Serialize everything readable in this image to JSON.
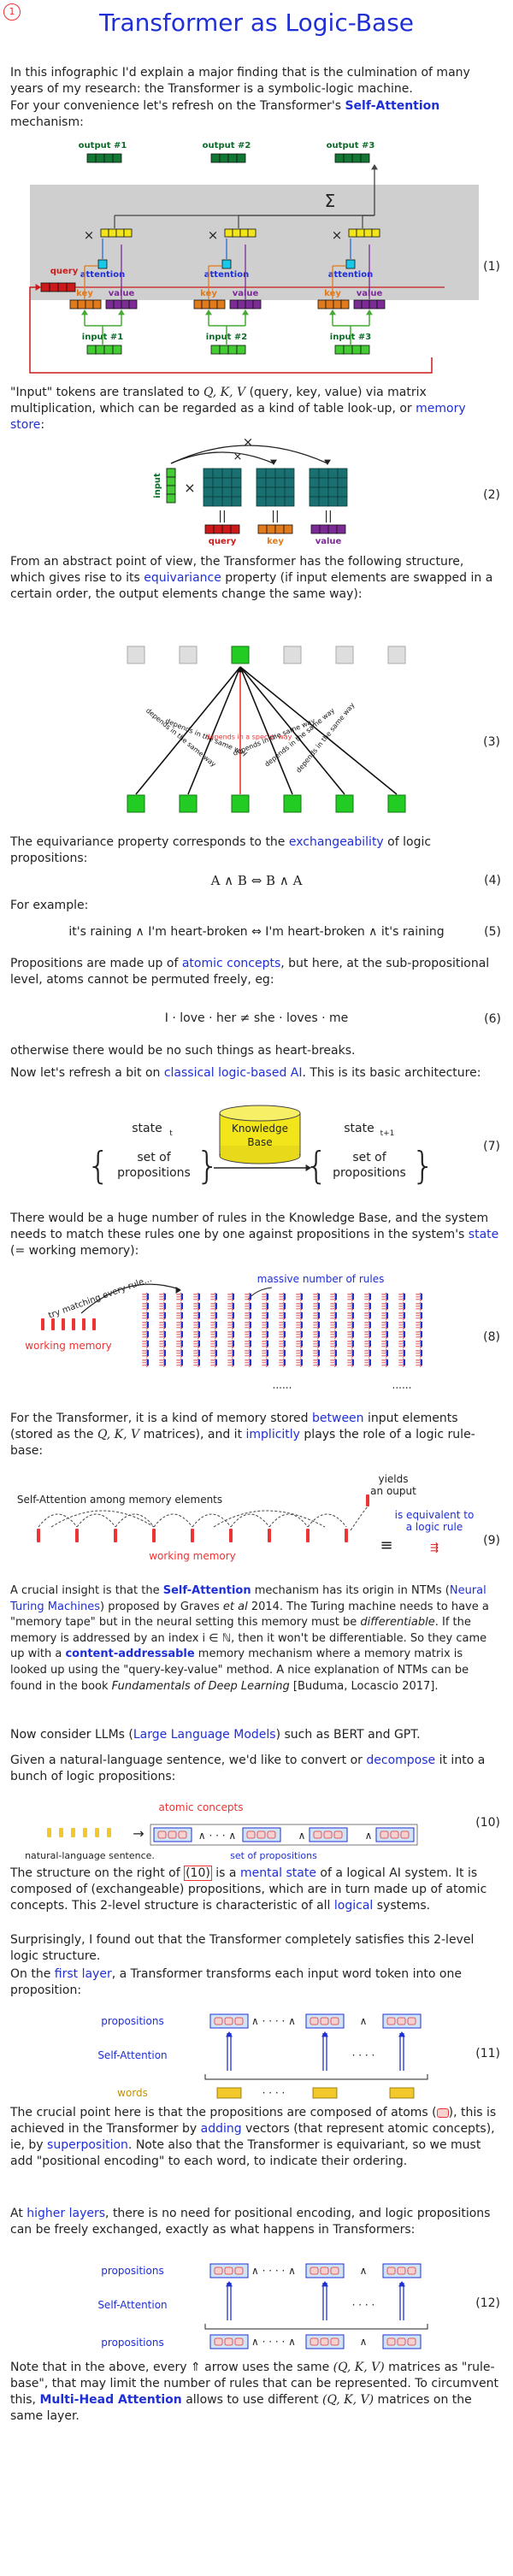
{
  "corner_mark": "1",
  "title": "Transformer as Logic-Base",
  "intro1": "In this infographic I'd explain a major finding that is the culmination of many years of my research: the Transformer is a symbolic-logic machine.",
  "intro2_a": "For your convenience let's refresh on the Transformer's ",
  "intro2_link": "Self-Attention",
  "intro2_b": " mechanism:",
  "fig1": {
    "outputs": [
      "output #1",
      "output #2",
      "output #3"
    ],
    "inputs": [
      "input #1",
      "input #2",
      "input #3"
    ],
    "query": "query",
    "key": "key",
    "value": "value",
    "attention": "attention",
    "sum": "Σ",
    "times": "×",
    "eqno": "(1)"
  },
  "p3_a": "\"Input\" tokens are translated to ",
  "p3_qkv": "Q, K, V",
  "p3_b": " (query, key, value) via matrix multiplication, which can be regarded as a kind of table look-up, or ",
  "p3_link": "memory store",
  "p3_c": ":",
  "fig2": {
    "input": "input",
    "query": "query",
    "key": "key",
    "value": "value",
    "times": "×",
    "eq": "||",
    "eqno": "(2)"
  },
  "p4_a": "From an abstract point of view, the Transformer has the following structure, which gives rise to its ",
  "p4_link": "equivariance",
  "p4_b": " property (if input elements are swapped in a certain order, the output elements change the same way):",
  "fig3": {
    "label_side": "depends in the same way",
    "label_center": "depends in a special way",
    "eqno": "(3)"
  },
  "p5_a": "The equivariance property corresponds to the ",
  "p5_link": "exchangeability",
  "p5_b": " of logic propositions:",
  "eq4": "A ∧ B   ⇔   B ∧ A",
  "eq4_no": "(4)",
  "forexample": "For example:",
  "eq5": "it's raining ∧ I'm heart-broken   ⇔   I'm heart-broken ∧ it's raining",
  "eq5_no": "(5)",
  "p6_a": "Propositions are made up of ",
  "p6_link": "atomic concepts",
  "p6_b": ", but here, at the sub-propositional level, atoms cannot be permuted freely, eg:",
  "eq6": "I · love · her   ≠   she · loves · me",
  "eq6_no": "(6)",
  "p7": "otherwise there would be no such things as heart-breaks.",
  "p8_a": "Now let's refresh a bit on ",
  "p8_link": "classical logic-based AI",
  "p8_b": ". This is its basic architecture:",
  "fig7": {
    "state_t": "state t",
    "state_t1": "state t+1",
    "kb": "Knowledge Base",
    "set": "set of",
    "props": "propositions",
    "eqno": "(7)"
  },
  "p9_a": "There would be a huge number of rules in the Knowledge Base, and the system needs to match these rules one by one against propositions in the system's ",
  "p9_link": "state",
  "p9_b": " (= working memory):",
  "fig8": {
    "try": "try matching every rule...",
    "massive": "massive number of rules",
    "working": "working memory",
    "dots": "......",
    "eqno": "(8)"
  },
  "p10_a": "For the Transformer, it is a kind of memory stored ",
  "p10_link1": "between",
  "p10_b": " input elements (stored as the ",
  "p10_qkv": "Q, K, V",
  "p10_c": " matrices), and it ",
  "p10_link2": "implicitly",
  "p10_d": " plays the role of a logic rule-base:",
  "fig9": {
    "sa": "Self-Attention among memory elements",
    "wm": "working memory",
    "yields": "yields an ouput",
    "equiv": "is equivalent to a logic rule",
    "equiv_sym": "≡",
    "eqno": "(9)"
  },
  "p11_a": "A crucial insight is that the ",
  "p11_link1": "Self-Attention",
  "p11_b": " mechanism has its origin in NTMs (",
  "p11_link2": "Neural Turing Machines",
  "p11_c": ") proposed by Graves ",
  "p11_etal": "et al",
  "p11_d": " 2014. The Turing machine needs to have a \"memory tape\" but in the neural setting this memory must be ",
  "p11_diff": "differentiable",
  "p11_e": ". If the memory is addressed by an index i ∈ ℕ, then it won't be differentiable. So they came up with a ",
  "p11_link3": "content-addressable",
  "p11_f": " memory mechanism where a memory matrix is looked up using the \"query-key-value\" method. A nice explanation of NTMs can be found in the book ",
  "p11_book": "Fundamentals of Deep Learning",
  "p11_g": " [Buduma, Locascio 2017].",
  "p12_a": "Now consider LLMs (",
  "p12_link": "Large Language Models",
  "p12_b": ") such as BERT and GPT.",
  "p13_a": "Given a natural-language sentence, we'd like to convert or ",
  "p13_link": "decompose",
  "p13_b": " it into a bunch of logic propositions:",
  "fig10": {
    "atomic": "atomic concepts",
    "nls": "natural-language sentence.",
    "setprops": "set of propositions",
    "eqno": "(10)"
  },
  "p14_a": "The structure on the right of ",
  "p14_ref": "(10)",
  "p14_b": " is a ",
  "p14_link1": "mental state",
  "p14_c": " of a logical AI system. It is composed of (exchangeable) propositions, which are in turn made up of atomic concepts. This 2-level structure is characteristic of all ",
  "p14_link2": "logical",
  "p14_d": " systems.",
  "p15": "Surprisingly, I found out that the Transformer completely satisfies this 2-level logic structure.",
  "p16_a": "On the ",
  "p16_link": "first layer",
  "p16_b": ", a Transformer transforms each input word token into one proposition:",
  "fig11": {
    "props": "propositions",
    "sa": "Self-Attention",
    "words": "words",
    "dots": "· · · ·",
    "eqno": "(11)"
  },
  "p17_a": "The crucial point here is that the propositions are composed of atoms (",
  "p17_b": "), this is achieved in the Transformer by ",
  "p17_link1": "adding",
  "p17_c": " vectors (that represent atomic concepts), ie, by ",
  "p17_link2": "superposition",
  "p17_d": ". Note also that the Transformer is equivariant, so we must add \"positional encoding\" to each word, to indicate their ordering.",
  "p18_a": "At ",
  "p18_link": "higher layers",
  "p18_b": ", there is no need for positional encoding, and logic propositions can be freely exchanged, exactly as what happens in Transformers:",
  "fig12": {
    "props": "propositions",
    "sa": "Self-Attention",
    "dots": "· · · ·",
    "eqno": "(12)"
  },
  "p19_a": "Note that in the above, every ⇑ arrow uses the same ",
  "p19_qkv": "(Q, K, V)",
  "p19_b": " matrices as \"rule-base\", that may limit the number of rules that can be represented. To circumvent this, ",
  "p19_link": "Multi-Head Attention",
  "p19_c": " allows to use different ",
  "p19_qkv2": "(Q, K, V)",
  "p19_d": " matrices on the same layer.",
  "colors": {
    "blue": "#1f2fd6",
    "red": "#e33333",
    "green": "#22bb22",
    "darkgreen": "#0d6b2a",
    "orange": "#e07a1a",
    "purple": "#7b2a96",
    "yellow": "#f2e61a",
    "teal": "#1a7070",
    "cyan": "#19c8e8",
    "lightblue": "#cfe4f7"
  }
}
